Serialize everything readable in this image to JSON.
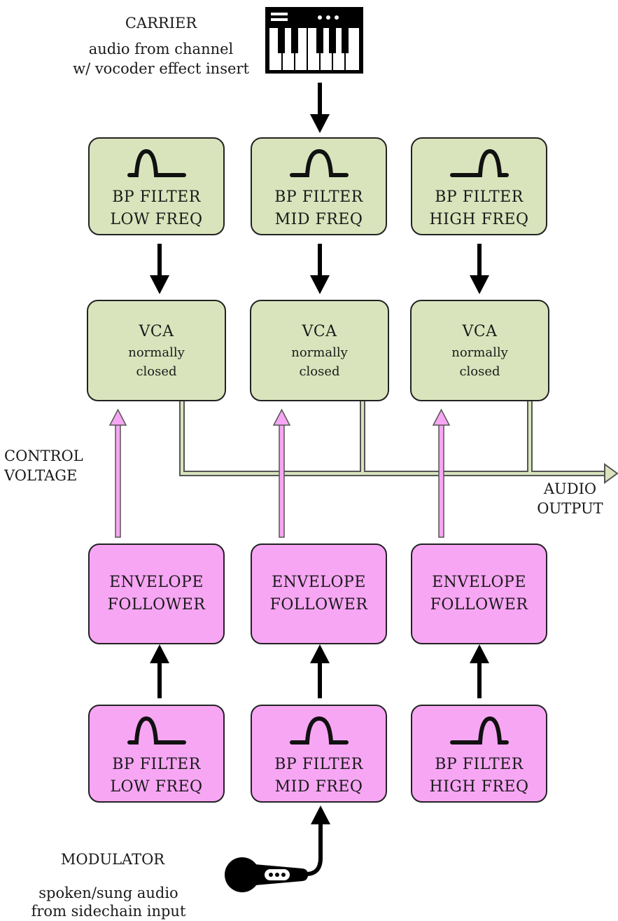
{
  "carrier": {
    "title": "CARRIER",
    "line1": "audio from channel",
    "line2": "w/ vocoder effect insert"
  },
  "carrier_filters": [
    {
      "line1": "BP FILTER",
      "line2": "LOW FREQ"
    },
    {
      "line1": "BP FILTER",
      "line2": "MID FREQ"
    },
    {
      "line1": "BP FILTER",
      "line2": "HIGH FREQ"
    }
  ],
  "vcas": [
    {
      "title": "VCA",
      "line1": "normally",
      "line2": "closed"
    },
    {
      "title": "VCA",
      "line1": "normally",
      "line2": "closed"
    },
    {
      "title": "VCA",
      "line1": "normally",
      "line2": "closed"
    }
  ],
  "control_voltage": {
    "line1": "CONTROL",
    "line2": "VOLTAGE"
  },
  "audio_output": {
    "line1": "AUDIO",
    "line2": "OUTPUT"
  },
  "envelopes": [
    {
      "line1": "ENVELOPE",
      "line2": "FOLLOWER"
    },
    {
      "line1": "ENVELOPE",
      "line2": "FOLLOWER"
    },
    {
      "line1": "ENVELOPE",
      "line2": "FOLLOWER"
    }
  ],
  "modulator_filters": [
    {
      "line1": "BP FILTER",
      "line2": "LOW FREQ"
    },
    {
      "line1": "BP FILTER",
      "line2": "MID FREQ"
    },
    {
      "line1": "BP FILTER",
      "line2": "HIGH FREQ"
    }
  ],
  "modulator": {
    "title": "MODULATOR",
    "line1": "spoken/sung audio",
    "line2": "from sidechain input"
  },
  "colors": {
    "carrier_green": "#d9e4bc",
    "modulator_pink": "#f7a6f4",
    "audio_path": "#d9e4bc",
    "control_path": "#f7a6f4"
  },
  "icons": [
    "keyboard-icon",
    "microphone-icon",
    "bandpass-low-icon",
    "bandpass-mid-icon",
    "bandpass-high-icon"
  ]
}
